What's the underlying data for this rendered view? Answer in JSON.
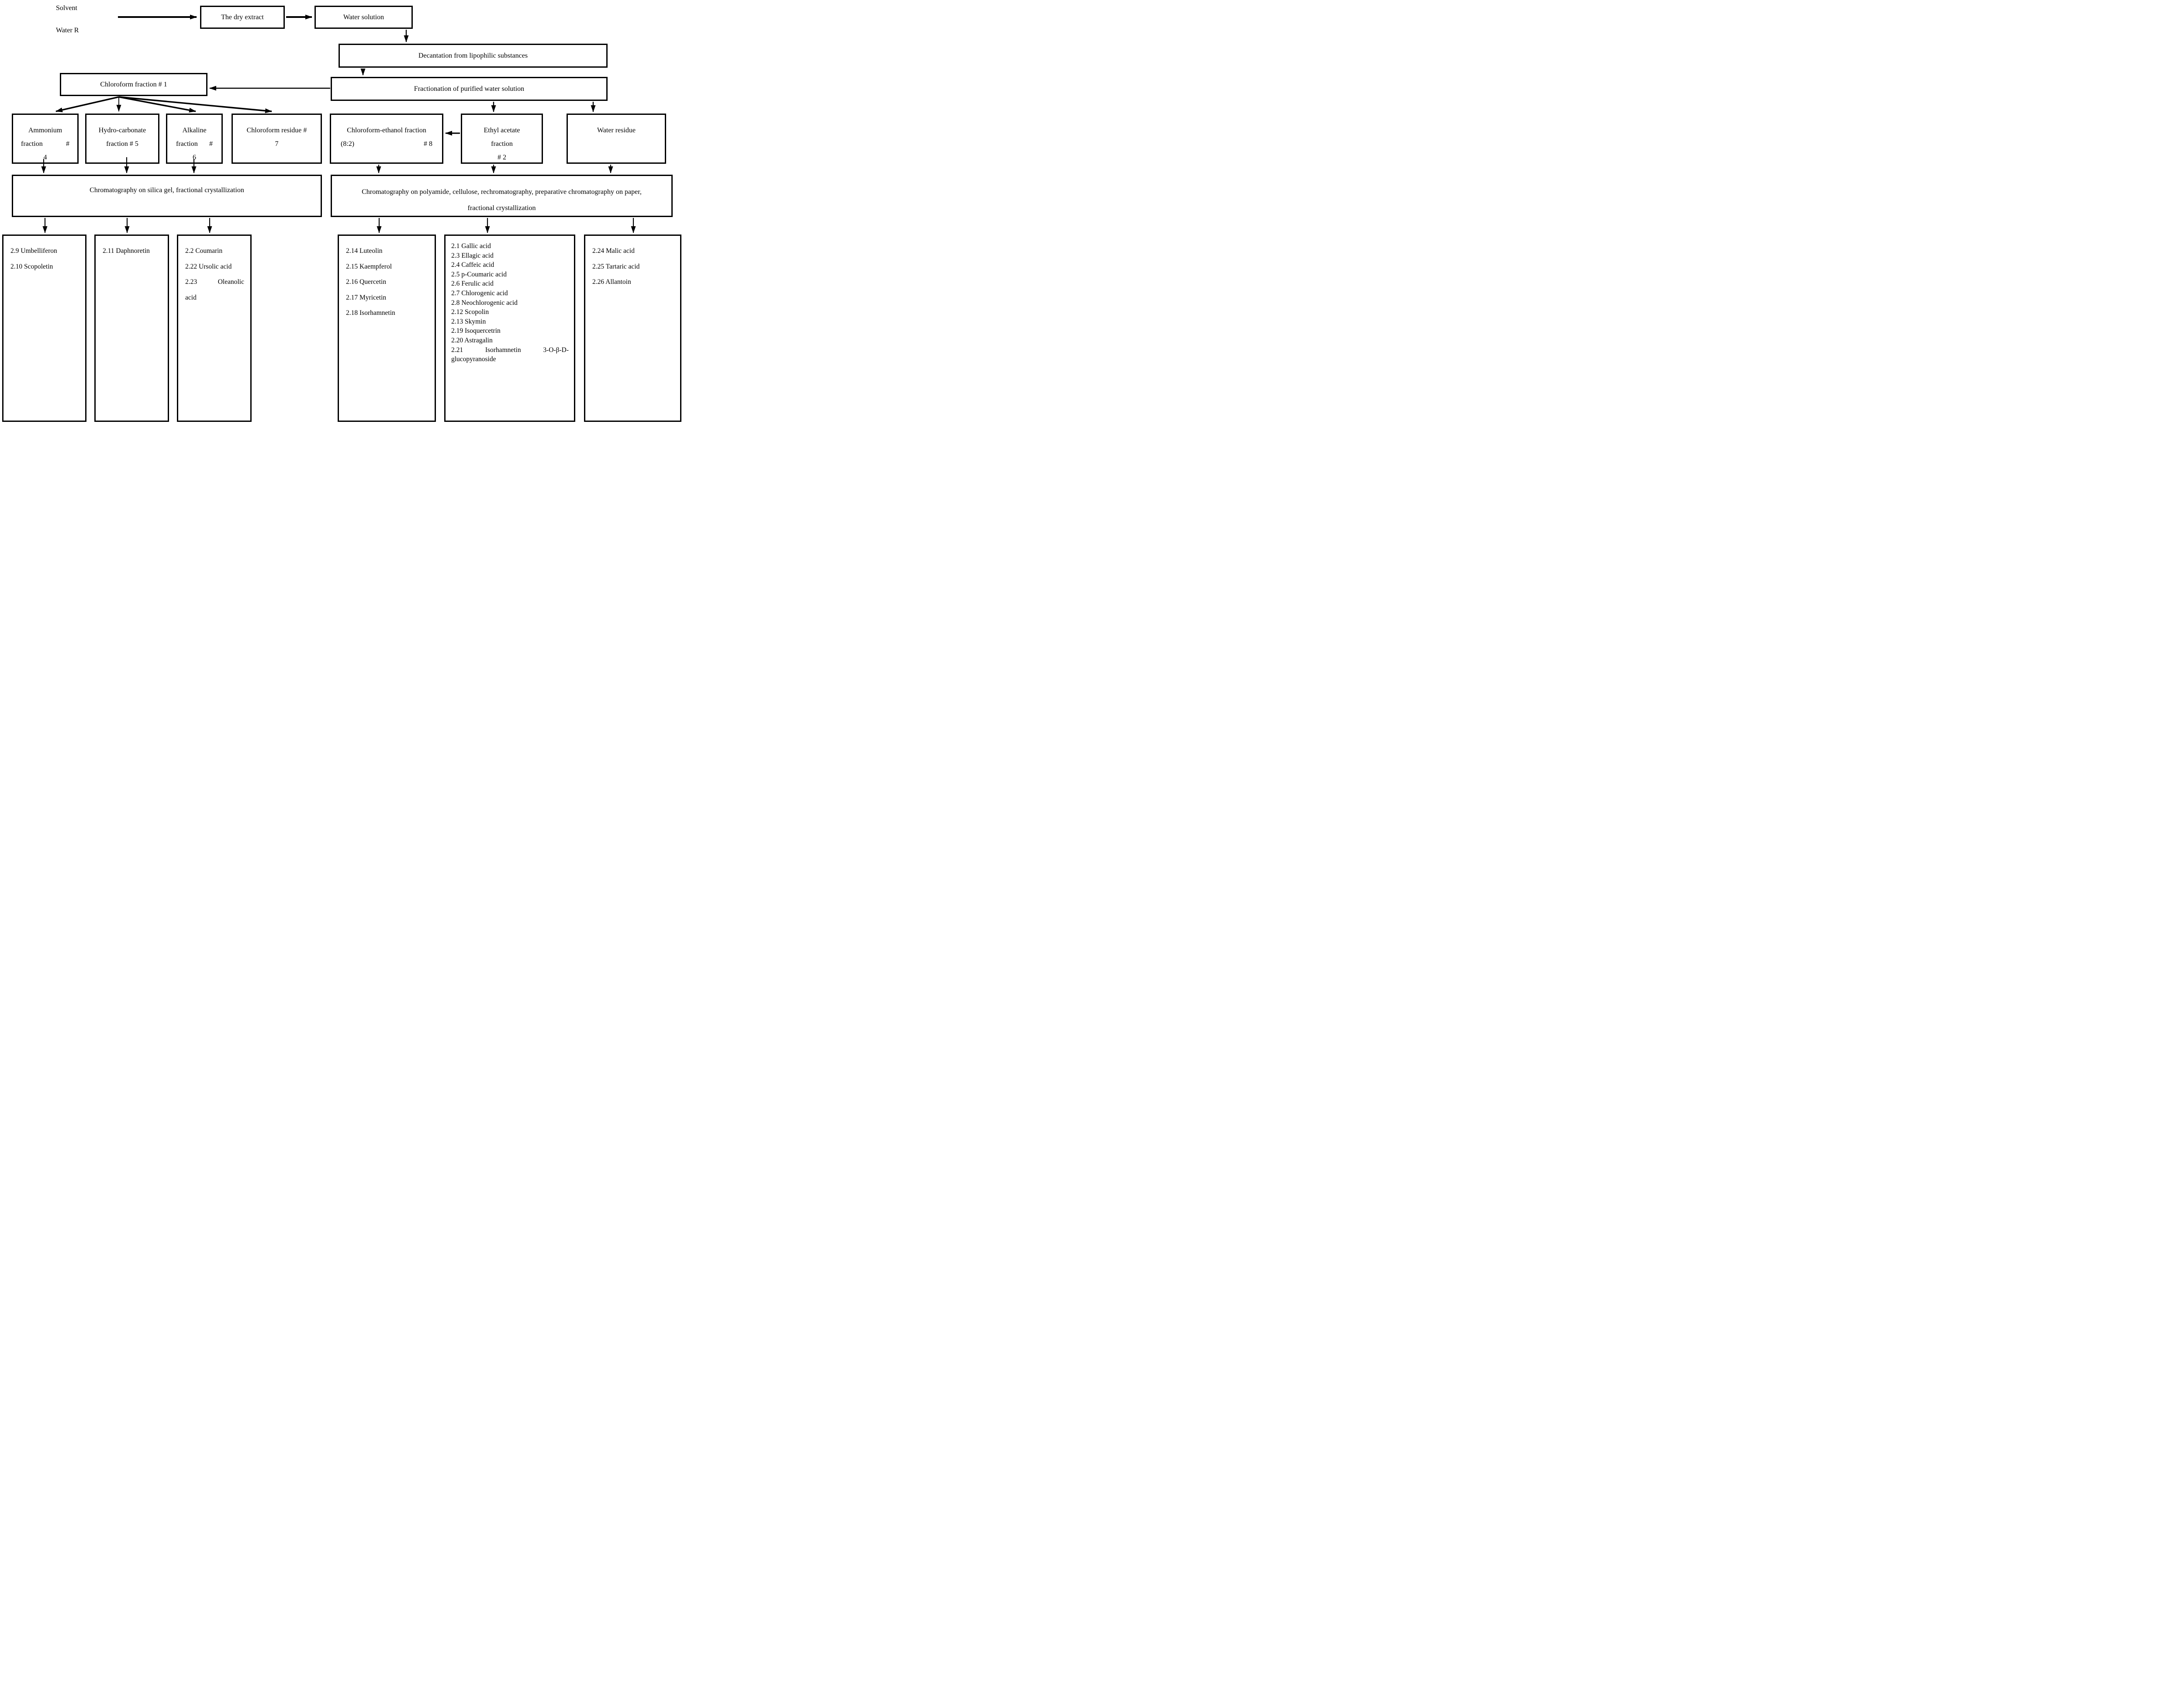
{
  "labels": {
    "solvent": "Solvent",
    "water_r": "Water R"
  },
  "nodes": {
    "dry_extract": {
      "label": "The dry extract"
    },
    "water_solution": {
      "label": "Water solution"
    },
    "decantation": {
      "label": "Decantation from lipophilic substances"
    },
    "fractionation": {
      "label": "Fractionation of purified water solution"
    },
    "chloroform_fraction_1": {
      "label": "Chloroform fraction # 1"
    },
    "ammonium_fraction_4": {
      "line1": "Ammonium",
      "split": [
        "fraction",
        "#"
      ],
      "line3": "4"
    },
    "hydrocarbonate_fraction_5": {
      "line1": "Hydro-carbonate",
      "line2": "fraction # 5"
    },
    "alkaline_fraction_6": {
      "line1": "Alkaline",
      "split": [
        "fraction",
        "#"
      ],
      "line3": "6"
    },
    "chloroform_residue_7": {
      "line1": "Chloroform residue #",
      "line2": "7"
    },
    "chloroform_ethanol_8": {
      "line1": "Chloroform-ethanol fraction",
      "split": [
        "(8:2)",
        "# 8"
      ]
    },
    "ethyl_acetate_2": {
      "line1": "Ethyl acetate",
      "line2": "fraction",
      "line3": "# 2"
    },
    "water_residue": {
      "label": "Water residue"
    },
    "silica_chromatography": {
      "label": "Chromatography on silica gel, fractional crystallization"
    },
    "polyamide_chromatography": {
      "line1": "Chromatography on polyamide, cellulose, rechromatography, preparative chromatography on paper,",
      "line2": "fractional crystallization"
    }
  },
  "lists": {
    "coumarins_a": {
      "items": [
        "2.9 Umbelliferon",
        "2.10 Scopoletin"
      ]
    },
    "coumarins_b": {
      "items": [
        "2.11 Daphnoretin"
      ]
    },
    "coumarins_c": {
      "items": [
        "2.2 Coumarin",
        "2.22 Ursolic acid"
      ],
      "split": [
        "2.23",
        "Oleanolic"
      ],
      "tail": "acid"
    },
    "flavonoids_d": {
      "items": [
        "2.14 Luteolin",
        "2.15 Kaempferol",
        "2.16 Quercetin",
        "2.17 Myricetin",
        "2.18 Isorhamnetin"
      ]
    },
    "acids_e": {
      "items": [
        "2.1 Gallic acid",
        "2.3 Ellagic acid",
        "2.4 Caffeic acid",
        "2.5 p-Coumaric acid",
        "2.6 Ferulic acid",
        "2.7 Chlorogenic acid",
        "2.8 Neochlorogenic acid",
        "2.12 Scopolin",
        "2.13 Skymin",
        "2.19 Isoquercetrin",
        "2.20 Astragalin"
      ],
      "split": [
        "2.21",
        "Isorhamnetin",
        "3-O-β-D-"
      ],
      "tail": "glucopyranoside"
    },
    "acids_f": {
      "items": [
        "2.24 Malic acid",
        "2.25 Tartaric acid",
        "2.26 Allantoin"
      ]
    }
  },
  "colors": {
    "line": "#000000",
    "background": "#ffffff"
  }
}
